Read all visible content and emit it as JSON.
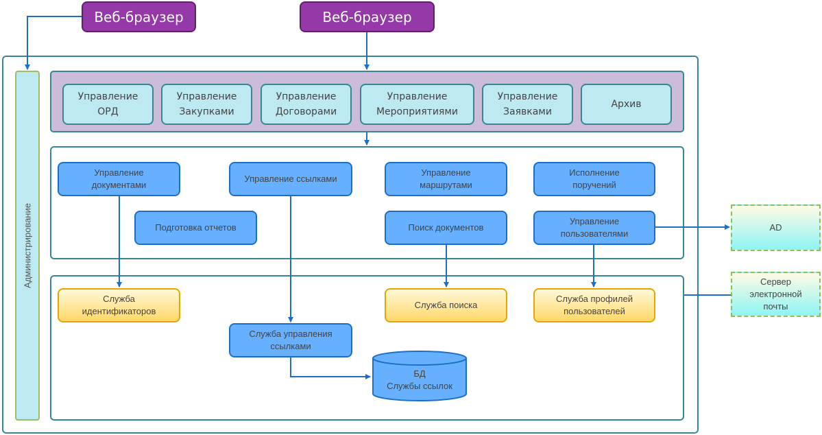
{
  "browsers": [
    "Веб-браузер",
    "Веб-браузер"
  ],
  "admin_label": "Администрирование",
  "top_modules": [
    "Управление\nОРД",
    "Управление\nЗакупками",
    "Управление\nДоговорами",
    "Управление\nМероприятиями",
    "Управление\nЗаявками",
    "Архив"
  ],
  "services_layer": [
    "Управление\nдокументами",
    "Управление ссылками",
    "Управление\nмаршрутами",
    "Исполнение\nпоручений",
    "Подготовка отчетов",
    "Поиск документов",
    "Управление\nпользователями"
  ],
  "backend_layer": [
    "Служба\nидентификаторов",
    "Служба поиска",
    "Служба профилей\nпользователей",
    "Служба управления\nссылками"
  ],
  "database": "БД\nСлужбы ссылок",
  "external": [
    "AD",
    "Сервер\nэлектронной\nпочты"
  ],
  "colors": {
    "browser": "#9538a8",
    "frame": "#3a8595",
    "module": "#bde9f1",
    "panel": "#cbbcd9",
    "service": "#66b0ff",
    "backend": "#ffd86a",
    "arrow": "#1d6fc5"
  }
}
